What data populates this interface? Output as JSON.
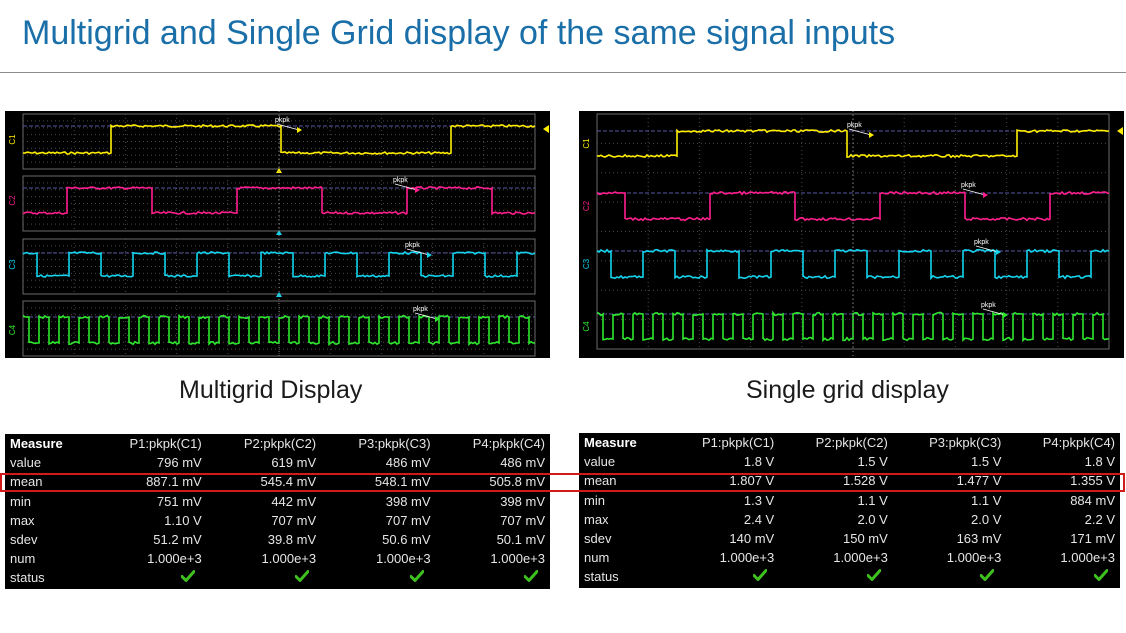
{
  "slide": {
    "title": "Multigrid and Single Grid display of the same signal inputs"
  },
  "colors": {
    "title": "#1a6fa8",
    "C1": "#ffee00",
    "C2": "#ff1f8e",
    "C3": "#14d4ee",
    "C4": "#2ee82e",
    "highlight": "#d21a1a",
    "check": "#3ec01e"
  },
  "multigrid": {
    "caption": "Multigrid Display",
    "channels": [
      {
        "id": "C1",
        "label": "C1",
        "marker": "pkpk"
      },
      {
        "id": "C2",
        "label": "C2",
        "marker": "pkpk"
      },
      {
        "id": "C3",
        "label": "C3",
        "marker": "pkpk"
      },
      {
        "id": "C4",
        "label": "C4",
        "marker": "pkpk"
      }
    ]
  },
  "singlegrid": {
    "caption": "Single grid display",
    "channels": [
      {
        "id": "C1",
        "label": "C1",
        "marker": "pkpk"
      },
      {
        "id": "C2",
        "label": "C2",
        "marker": "pkpk"
      },
      {
        "id": "C3",
        "label": "C3",
        "marker": "pkpk"
      },
      {
        "id": "C4",
        "label": "C4",
        "marker": "pkpk"
      }
    ]
  },
  "table_left": {
    "header": [
      "Measure",
      "P1:pkpk(C1)",
      "P2:pkpk(C2)",
      "P3:pkpk(C3)",
      "P4:pkpk(C4)"
    ],
    "rows": [
      {
        "label": "value",
        "cells": [
          "796 mV",
          "619 mV",
          "486 mV",
          "486 mV"
        ]
      },
      {
        "label": "mean",
        "cells": [
          "887.1 mV",
          "545.4 mV",
          "548.1 mV",
          "505.8 mV"
        ]
      },
      {
        "label": "min",
        "cells": [
          "751 mV",
          "442 mV",
          "398 mV",
          "398 mV"
        ]
      },
      {
        "label": "max",
        "cells": [
          "1.10 V",
          "707 mV",
          "707 mV",
          "707 mV"
        ]
      },
      {
        "label": "sdev",
        "cells": [
          "51.2 mV",
          "39.8 mV",
          "50.6 mV",
          "50.1 mV"
        ]
      },
      {
        "label": "num",
        "cells": [
          "1.000e+3",
          "1.000e+3",
          "1.000e+3",
          "1.000e+3"
        ]
      },
      {
        "label": "status",
        "cells": [
          "check",
          "check",
          "check",
          "check"
        ]
      }
    ]
  },
  "table_right": {
    "header": [
      "Measure",
      "P1:pkpk(C1)",
      "P2:pkpk(C2)",
      "P3:pkpk(C3)",
      "P4:pkpk(C4)"
    ],
    "rows": [
      {
        "label": "value",
        "cells": [
          "1.8 V",
          "1.5 V",
          "1.5 V",
          "1.8 V"
        ]
      },
      {
        "label": "mean",
        "cells": [
          "1.807 V",
          "1.528 V",
          "1.477 V",
          "1.355 V"
        ]
      },
      {
        "label": "min",
        "cells": [
          "1.3 V",
          "1.1 V",
          "1.1 V",
          "884 mV"
        ]
      },
      {
        "label": "max",
        "cells": [
          "2.4 V",
          "2.0 V",
          "2.0 V",
          "2.2 V"
        ]
      },
      {
        "label": "sdev",
        "cells": [
          "140 mV",
          "150 mV",
          "163 mV",
          "171 mV"
        ]
      },
      {
        "label": "num",
        "cells": [
          "1.000e+3",
          "1.000e+3",
          "1.000e+3",
          "1.000e+3"
        ]
      },
      {
        "label": "status",
        "cells": [
          "check",
          "check",
          "check",
          "check"
        ]
      }
    ]
  }
}
